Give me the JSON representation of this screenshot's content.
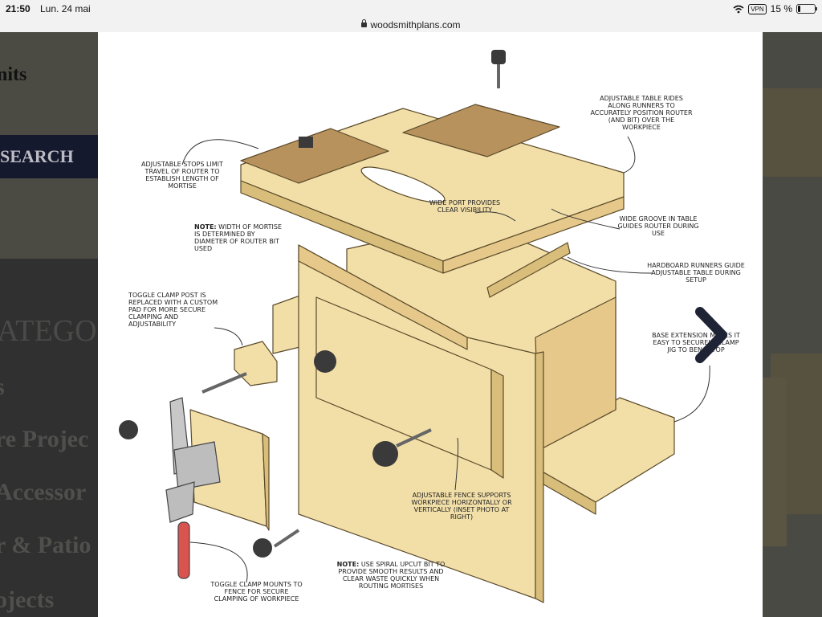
{
  "status": {
    "time": "21:50",
    "date": "Lun. 24 mai",
    "vpn": "VPN",
    "battery": "15 %"
  },
  "url": {
    "domain": "woodsmithplans.com"
  },
  "background": {
    "logo_fragment": "nits",
    "search_label": "SEARCH",
    "category_heading": "ATEGO",
    "items": [
      "s",
      "re Projec",
      "Accessor",
      "r & Patio",
      "ojects"
    ]
  },
  "diagram": {
    "labels": {
      "adjustable_stops": "Adjustable stops limit travel of router to establish length of mortise",
      "adjustable_table": "Adjustable table rides along runners to accurately position router (and bit) over the workpiece",
      "wide_port": "Wide port provides clear visibility",
      "wide_groove": "Wide groove in table guides router during use",
      "note1_title": "Note:",
      "note1_body": "Width of mortise is determined by diameter of router bit used",
      "hardboard_runners": "Hardboard runners guide adjustable table during setup",
      "toggle_post": "Toggle clamp post is replaced with a custom pad for more secure clamping and adjustability",
      "base_extension": "Base extension makes it easy to securely clamp jig to benchtop",
      "adjustable_fence": "Adjustable fence supports workpiece horizontally or vertically (inset photo at right)",
      "note2_title": "Note:",
      "note2_body": "Use spiral upcut bit to provide smooth results and clear waste quickly when routing mortises",
      "toggle_clamp": "Toggle clamp mounts to fence for secure clamping of workpiece"
    }
  },
  "colors": {
    "wood": "#f2dfa8",
    "wood_dark": "#d9bd7a",
    "hardboard": "#b8925c",
    "knob": "#3a3a3a",
    "handle": "#d9534f"
  },
  "icons": {
    "next": "chevron-right-icon",
    "lock": "lock-icon",
    "wifi": "wifi-icon",
    "battery": "battery-icon"
  }
}
